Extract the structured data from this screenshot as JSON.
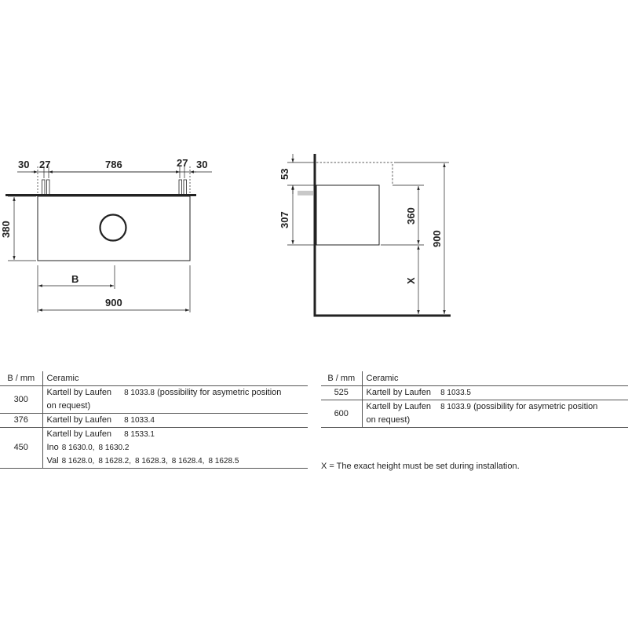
{
  "front_view": {
    "dim_left_margin": "30",
    "dim_left_tap": "27",
    "dim_tap_spacing": "786",
    "dim_right_tap": "27",
    "dim_right_margin": "30",
    "dim_height": "380",
    "dim_basin_position": "B",
    "dim_width": "900"
  },
  "side_view": {
    "dim_top": "53",
    "dim_307": "307",
    "dim_360": "360",
    "dim_900": "900",
    "dim_x": "X"
  },
  "table_left": {
    "header": [
      "B / mm",
      "Ceramic"
    ],
    "rows": [
      {
        "b": "300",
        "lines": [
          {
            "name": "Kartell by Laufen",
            "code": "8 1033.8",
            "note": "(possibility for asymetric position"
          },
          {
            "name": "on request)"
          }
        ]
      },
      {
        "b": "376",
        "lines": [
          {
            "name": "Kartell by Laufen",
            "code": "8 1033.4"
          }
        ]
      },
      {
        "b": "450",
        "lines": [
          {
            "name": "Kartell by Laufen",
            "code": "8 1533.1"
          },
          {
            "name": "Ino",
            "codes": [
              "8 1630.0,",
              "8 1630.2"
            ]
          },
          {
            "name": "Val",
            "codes": [
              "8 1628.0,",
              "8 1628.2,",
              "8 1628.3,",
              "8 1628.4,",
              "8 1628.5"
            ]
          }
        ]
      }
    ]
  },
  "table_right": {
    "header": [
      "B / mm",
      "Ceramic"
    ],
    "rows": [
      {
        "b": "525",
        "lines": [
          {
            "name": "Kartell by Laufen",
            "code": "8 1033.5"
          }
        ]
      },
      {
        "b": "600",
        "lines": [
          {
            "name": "Kartell by Laufen",
            "code": "8 1033.9",
            "note": "(possibility for asymetric position"
          },
          {
            "name": "on request)"
          }
        ]
      }
    ]
  },
  "footnote": "X = The exact height must be set during installation."
}
